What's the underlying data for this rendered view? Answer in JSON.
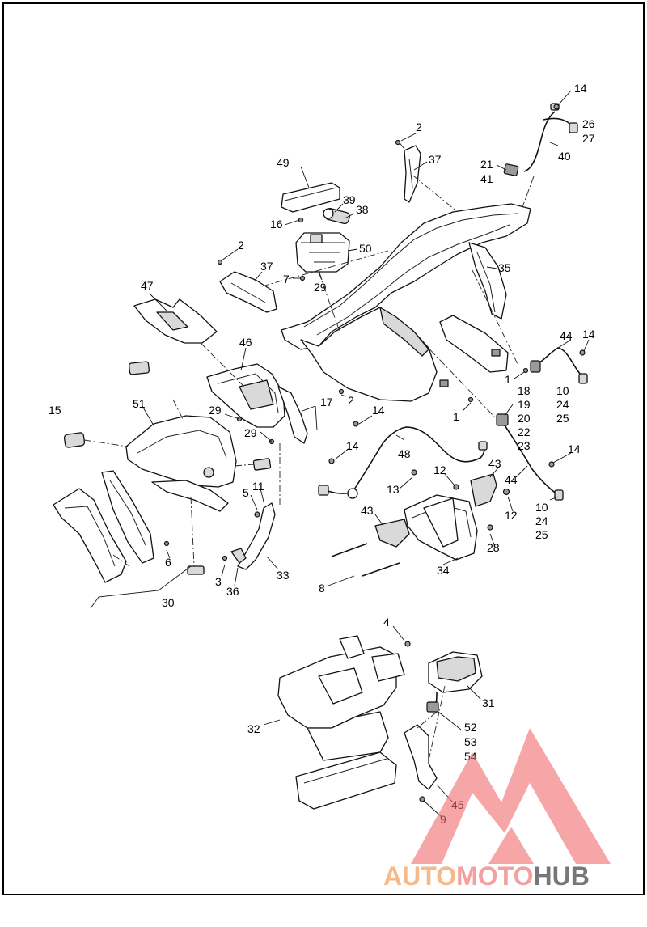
{
  "diagram": {
    "callouts": [
      {
        "id": "c14a",
        "text": "14"
      },
      {
        "id": "c26",
        "text": "26"
      },
      {
        "id": "c27",
        "text": "27"
      },
      {
        "id": "c40",
        "text": "40"
      },
      {
        "id": "c21",
        "text": "21"
      },
      {
        "id": "c41",
        "text": "41"
      },
      {
        "id": "c2a",
        "text": "2"
      },
      {
        "id": "c37a",
        "text": "37"
      },
      {
        "id": "c49",
        "text": "49"
      },
      {
        "id": "c39",
        "text": "39"
      },
      {
        "id": "c38",
        "text": "38"
      },
      {
        "id": "c16",
        "text": "16"
      },
      {
        "id": "c50",
        "text": "50"
      },
      {
        "id": "c2b",
        "text": "2"
      },
      {
        "id": "c37b",
        "text": "37"
      },
      {
        "id": "c7",
        "text": "7"
      },
      {
        "id": "c29a",
        "text": "29"
      },
      {
        "id": "c35",
        "text": "35"
      },
      {
        "id": "c47",
        "text": "47"
      },
      {
        "id": "c46",
        "text": "46"
      },
      {
        "id": "c44a",
        "text": "44"
      },
      {
        "id": "c14b",
        "text": "14"
      },
      {
        "id": "c1a",
        "text": "1"
      },
      {
        "id": "c18",
        "text": "18"
      },
      {
        "id": "c10a",
        "text": "10"
      },
      {
        "id": "c24a",
        "text": "24"
      },
      {
        "id": "c25a",
        "text": "25"
      },
      {
        "id": "c2c",
        "text": "2"
      },
      {
        "id": "c17",
        "text": "17"
      },
      {
        "id": "c19",
        "text": "19"
      },
      {
        "id": "c20",
        "text": "20"
      },
      {
        "id": "c22",
        "text": "22"
      },
      {
        "id": "c23",
        "text": "23"
      },
      {
        "id": "c15",
        "text": "15"
      },
      {
        "id": "c51",
        "text": "51"
      },
      {
        "id": "c29b",
        "text": "29"
      },
      {
        "id": "c29c",
        "text": "29"
      },
      {
        "id": "c1b",
        "text": "1"
      },
      {
        "id": "c14c",
        "text": "14"
      },
      {
        "id": "c14d",
        "text": "14"
      },
      {
        "id": "c48",
        "text": "48"
      },
      {
        "id": "c14e",
        "text": "14"
      },
      {
        "id": "c44b",
        "text": "44"
      },
      {
        "id": "c43a",
        "text": "43"
      },
      {
        "id": "c12a",
        "text": "12"
      },
      {
        "id": "c13",
        "text": "13"
      },
      {
        "id": "c5",
        "text": "5"
      },
      {
        "id": "c11",
        "text": "11"
      },
      {
        "id": "c12b",
        "text": "12"
      },
      {
        "id": "c10b",
        "text": "10"
      },
      {
        "id": "c24b",
        "text": "24"
      },
      {
        "id": "c25b",
        "text": "25"
      },
      {
        "id": "c43b",
        "text": "43"
      },
      {
        "id": "c28",
        "text": "28"
      },
      {
        "id": "c6",
        "text": "6"
      },
      {
        "id": "c34",
        "text": "34"
      },
      {
        "id": "c33",
        "text": "33"
      },
      {
        "id": "c3",
        "text": "3"
      },
      {
        "id": "c36",
        "text": "36"
      },
      {
        "id": "c8",
        "text": "8"
      },
      {
        "id": "c30",
        "text": "30"
      },
      {
        "id": "c4",
        "text": "4"
      },
      {
        "id": "c31",
        "text": "31"
      },
      {
        "id": "c32",
        "text": "32"
      },
      {
        "id": "c52",
        "text": "52"
      },
      {
        "id": "c53",
        "text": "53"
      },
      {
        "id": "c54",
        "text": "54"
      },
      {
        "id": "c45",
        "text": "45"
      },
      {
        "id": "c9",
        "text": "9"
      }
    ]
  },
  "watermark": {
    "part_auto": "AUTO",
    "part_moto": "MOTO",
    "part_hub": "HUB",
    "color_auto": "#f5b98a",
    "color_moto": "#f3a0a0",
    "color_hub": "#777777"
  }
}
